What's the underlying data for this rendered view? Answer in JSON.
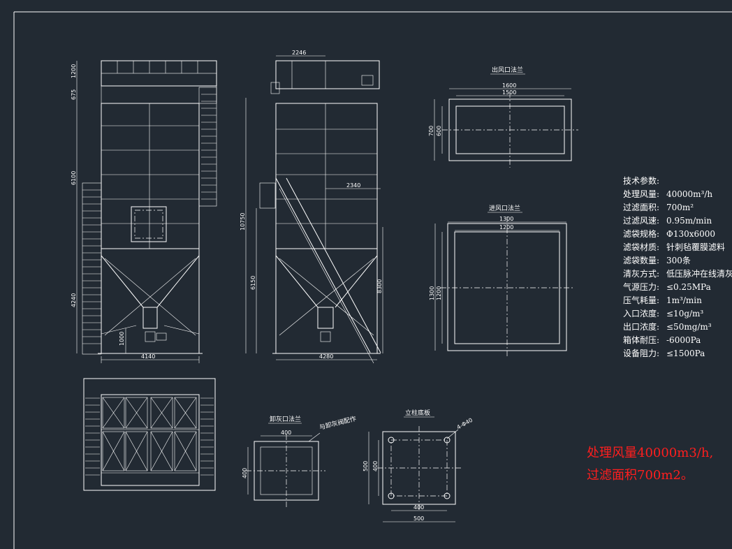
{
  "views": {
    "front": {
      "dims": {
        "w_bottom": "4140",
        "h_top1": "1200",
        "h_top2": "675",
        "h_body": "6100",
        "h_hopper": "4240",
        "h_leg": "1000"
      }
    },
    "side": {
      "dims": {
        "top_w": "2246",
        "ladder_w": "2340",
        "h_total": "10750",
        "h_mid": "6150",
        "h_right": "8300",
        "w_bottom": "4280"
      }
    },
    "outlet_flange": {
      "title": "出风口法兰",
      "dims": {
        "w_outer": "1600",
        "w_inner": "1500",
        "h_outer": "700",
        "h_inner": "600"
      }
    },
    "inlet_flange": {
      "title": "进风口法兰",
      "dims": {
        "w_outer": "1300",
        "w_inner": "1200",
        "h_outer": "1300",
        "h_inner": "1200"
      }
    },
    "ash_flange": {
      "title": "卸灰口法兰",
      "note": "与卸灰阀配作",
      "dims": {
        "w": "400",
        "h": "400"
      }
    },
    "base_plate": {
      "title": "立柱底板",
      "hole": "4-Φ40",
      "dims": {
        "h_outer": "500",
        "h_inner": "400",
        "w_inner": "400",
        "w_outer": "500"
      }
    }
  },
  "specs": {
    "title": "技术参数:",
    "rows": [
      {
        "k": "处理风量:",
        "v": "40000m³/h"
      },
      {
        "k": "过滤面积:",
        "v": "700m²"
      },
      {
        "k": "过滤风速:",
        "v": "0.95m/min"
      },
      {
        "k": "滤袋规格:",
        "v": "Φ130x6000"
      },
      {
        "k": "滤袋材质:",
        "v": "针刺毡覆膜滤料"
      },
      {
        "k": "滤袋数量:",
        "v": "300条"
      },
      {
        "k": "清灰方式:",
        "v": "低压脉冲在线清灰"
      },
      {
        "k": "气源压力:",
        "v": "≤0.25MPa"
      },
      {
        "k": "压气耗量:",
        "v": "1m³/min"
      },
      {
        "k": "入口浓度:",
        "v": "≤10g/m³"
      },
      {
        "k": "出口浓度:",
        "v": "≤50mg/m³"
      },
      {
        "k": "箱体耐压:",
        "v": "-6000Pa"
      },
      {
        "k": "设备阻力:",
        "v": "≤1500Pa"
      }
    ]
  },
  "note": {
    "line1": "处理风量40000m3/h,",
    "line2": "过滤面积700m2。"
  },
  "colors": {
    "background": "#222a33",
    "lines": "#ffffff",
    "note": "#ff1e1e"
  }
}
